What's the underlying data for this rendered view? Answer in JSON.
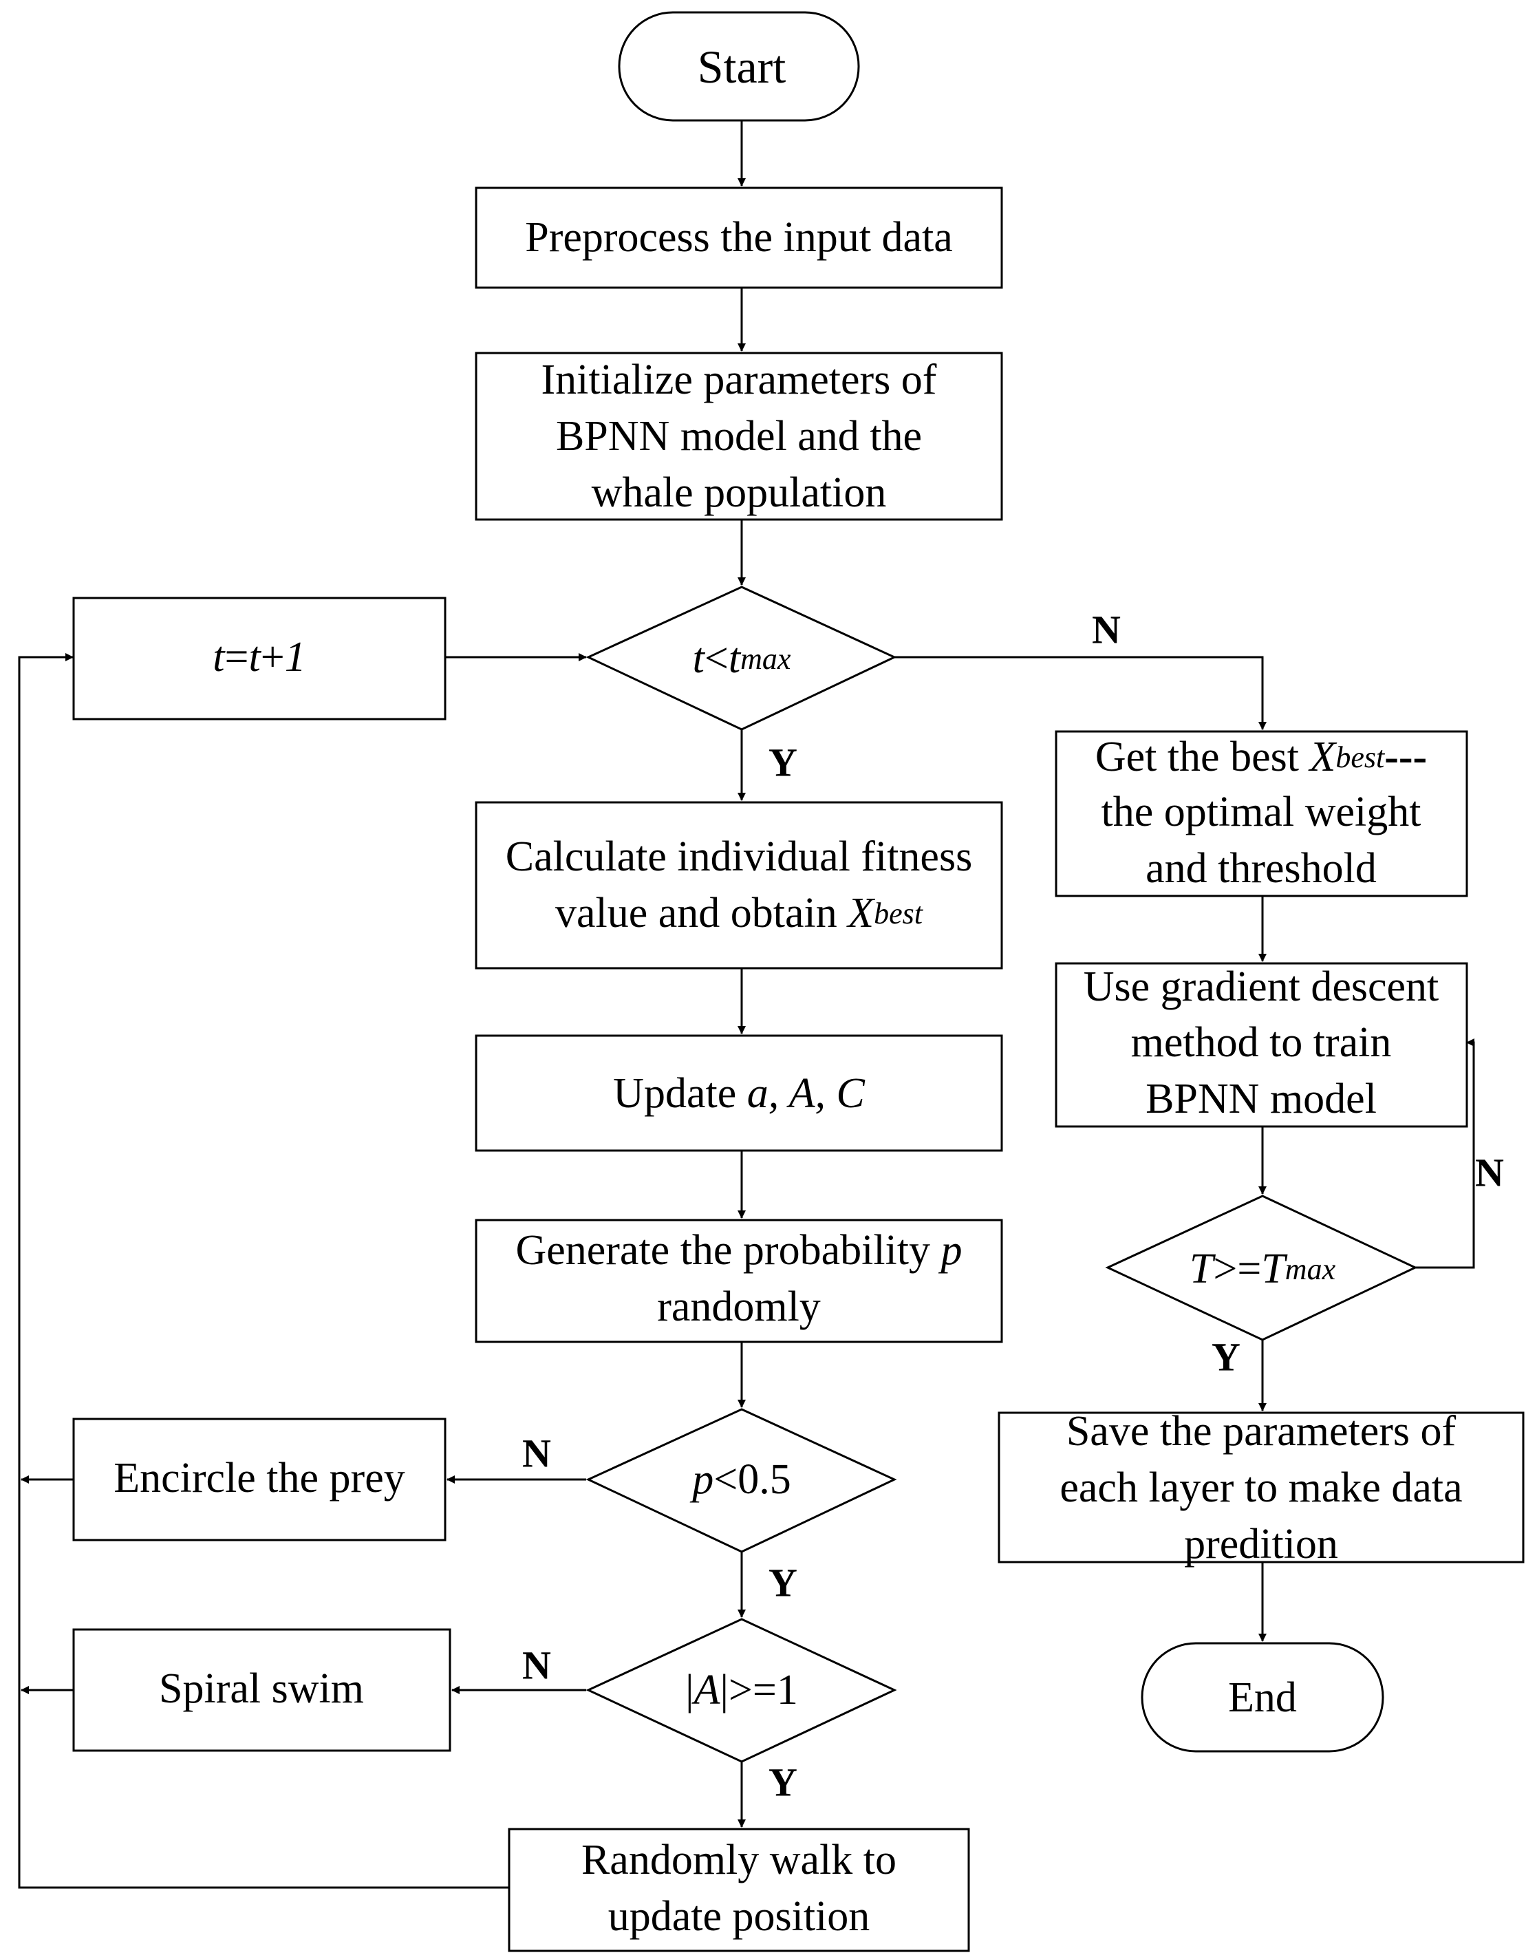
{
  "nodes": {
    "start": "Start",
    "preprocess": "Preprocess the input data",
    "init": [
      "Initialize parameters of",
      "BPNN model and the",
      "whale population"
    ],
    "increment": {
      "a": "t",
      "b": "=",
      "c": "t",
      "d": "+",
      "e": "1"
    },
    "loop_check": {
      "a": "t",
      "b": "<",
      "c": "t",
      "d": "max"
    },
    "fitness": {
      "line1": "Calculate individual fitness",
      "line2": "value and obtain ",
      "var": "X",
      "sub": "best"
    },
    "update": {
      "prefix": "Update ",
      "vars": "a, A, C"
    },
    "probability": {
      "line1": "Generate the probability ",
      "var": "p",
      "line2": "randomly"
    },
    "p_check": {
      "var": "p",
      "rest": "<0.5"
    },
    "encircle": "Encircle the prey",
    "a_check": {
      "bar1": "|",
      "var": "A",
      "rest": "|>=1"
    },
    "spiral": "Spiral swim",
    "random_walk": [
      "Randomly walk to",
      "update position"
    ],
    "get_best": {
      "prefix": "Get the best ",
      "var": "X",
      "sub": "best",
      "suffix": "---",
      "line2": "the optimal weight",
      "line3": "and threshold"
    },
    "gradient": [
      "Use gradient descent",
      "method to train",
      "BPNN model"
    ],
    "t_check": {
      "a": "T",
      "b": ">=",
      "c": "T",
      "d": "max"
    },
    "save": [
      "Save the parameters of",
      "each layer to make data",
      "predition"
    ],
    "end": "End"
  },
  "edge_labels": {
    "loop_no": "N",
    "loop_yes": "Y",
    "p_no": "N",
    "p_yes": "Y",
    "a_no": "N",
    "a_yes": "Y",
    "t_no": "N",
    "t_yes": "Y"
  }
}
